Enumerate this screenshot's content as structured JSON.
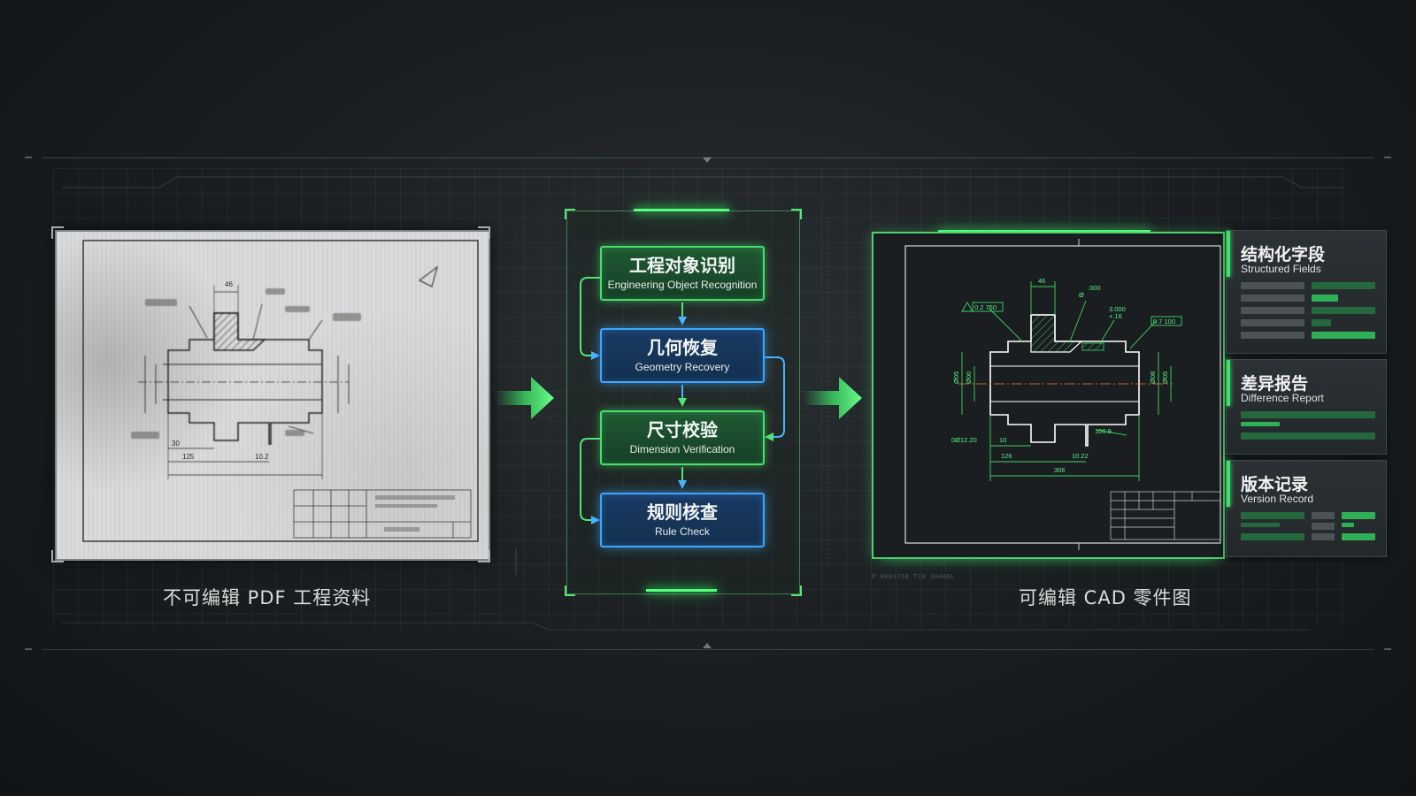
{
  "source": {
    "caption": "不可编辑 PDF 工程资料",
    "labels": {
      "dim1": "46",
      "dim2": "30",
      "dim3": "125",
      "dim4": "10.2"
    }
  },
  "pipeline": {
    "steps": [
      {
        "zh": "工程对象识别",
        "en": "Engineering Object Recognition",
        "style": "green"
      },
      {
        "zh": "几何恢复",
        "en": "Geometry Recovery",
        "style": "blue"
      },
      {
        "zh": "尺寸校验",
        "en": "Dimension Verification",
        "style": "green"
      },
      {
        "zh": "规则核查",
        "en": "Rule Check",
        "style": "blue"
      }
    ]
  },
  "result": {
    "caption": "可编辑 CAD 零件图",
    "labels": {
      "d1": "46",
      "d2": "Ø",
      "d3": ".000",
      "d4": "0.2 750",
      "d5": "0.7 100",
      "d6": "3.000",
      "d7": "+.16",
      "d8": "100.9",
      "d9": "10",
      "d10": "10.22",
      "d11": "126",
      "d12": "306",
      "d13": "0Ø12.20",
      "v1": "Ø05",
      "v2": "Ø00",
      "v3": "Ø08",
      "v4": "Ø05"
    },
    "code_left": "P 0001758   TC0 3046BL"
  },
  "outputs": [
    {
      "zh": "结构化字段",
      "en": "Structured Fields"
    },
    {
      "zh": "差异报告",
      "en": "Difference Report"
    },
    {
      "zh": "版本记录",
      "en": "Version Record"
    }
  ],
  "colors": {
    "accent_green": "#46e06a",
    "accent_blue": "#3ea6ff",
    "background": "#1b1f22"
  }
}
